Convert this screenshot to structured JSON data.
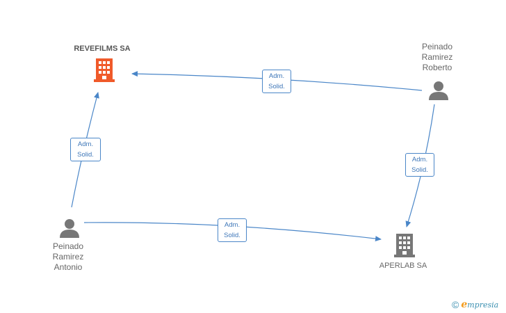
{
  "nodes": {
    "revefilms": {
      "name": "REVEFILMS SA",
      "kind": "company",
      "color": "#f05a2a"
    },
    "aperlab": {
      "name": "APERLAB SA",
      "kind": "company",
      "color": "#777777"
    },
    "roberto": {
      "lines": [
        "Peinado",
        "Ramirez",
        "Roberto"
      ],
      "kind": "person",
      "color": "#777777"
    },
    "antonio": {
      "lines": [
        "Peinado",
        "Ramirez",
        "Antonio"
      ],
      "kind": "person",
      "color": "#777777"
    }
  },
  "edges": [
    {
      "from": "roberto",
      "to": "revefilms",
      "label_lines": [
        "Adm.",
        "Solid."
      ]
    },
    {
      "from": "antonio",
      "to": "revefilms",
      "label_lines": [
        "Adm.",
        "Solid."
      ]
    },
    {
      "from": "roberto",
      "to": "aperlab",
      "label_lines": [
        "Adm.",
        "Solid."
      ]
    },
    {
      "from": "antonio",
      "to": "aperlab",
      "label_lines": [
        "Adm.",
        "Solid."
      ]
    }
  ],
  "edge_color": "#4a86c8",
  "footer": {
    "copyright_symbol": "©",
    "brand_initial": "e",
    "brand_rest": "mpresia",
    "brand_color": "#3a8fb0",
    "initial_color": "#f29a1b"
  }
}
